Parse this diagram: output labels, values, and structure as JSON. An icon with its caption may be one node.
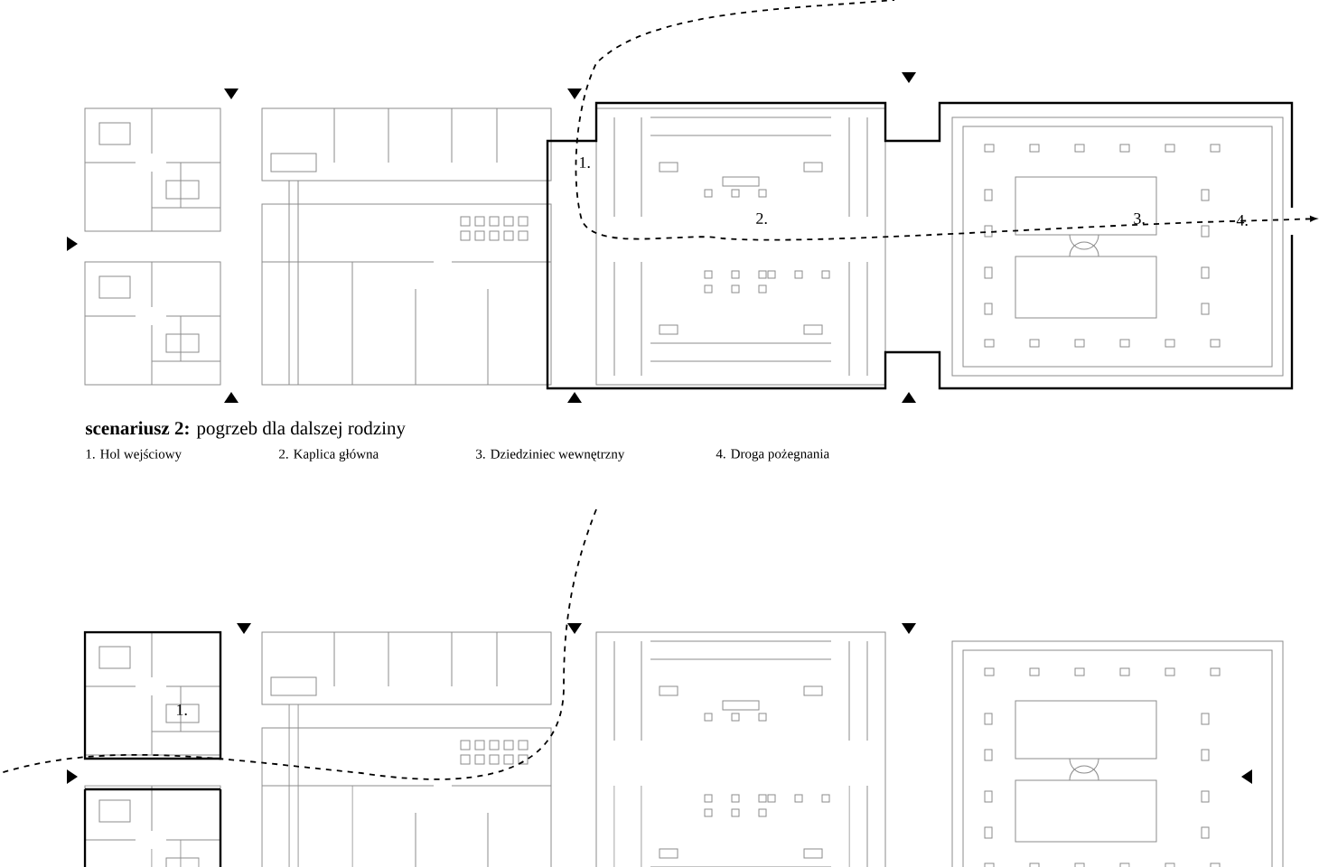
{
  "diagram": {
    "title": "**scenariusz 2:** pogrzeb dla dalszej rodziny",
    "labels": [
      "1.",
      "2.",
      "3.",
      "4.",
      "1. Hol wejściowy",
      "2. Kaplica główna",
      "3. Dziedziniec wewnętrzny",
      "4. Droga pożegnania",
      "1."
    ]
  }
}
